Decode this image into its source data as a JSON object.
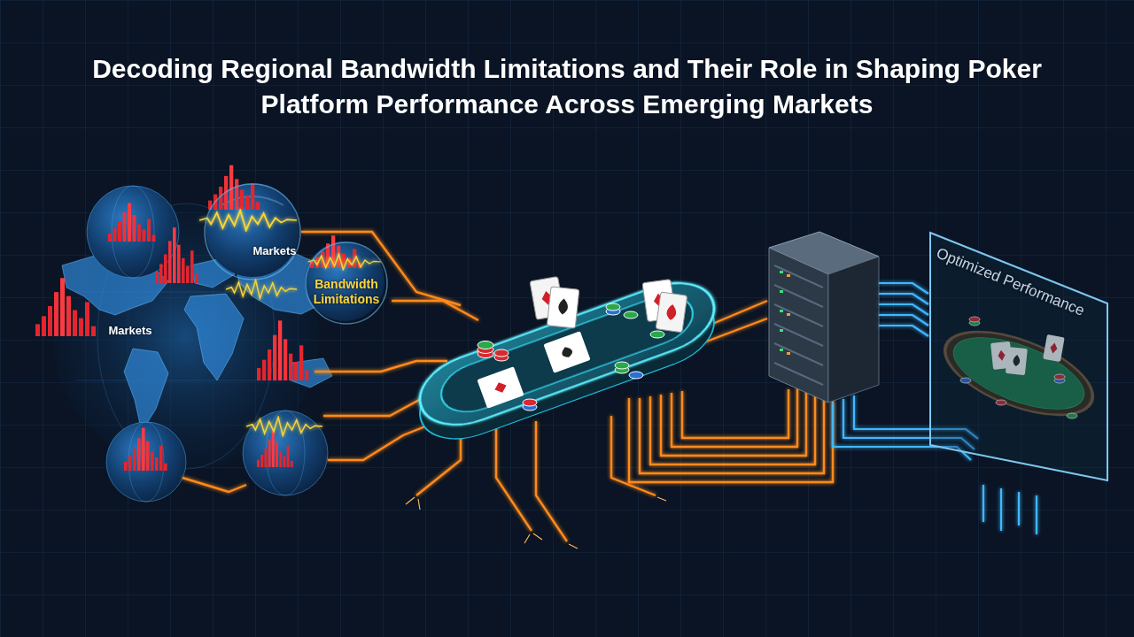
{
  "diagram": {
    "title": "Decoding Regional Bandwidth Limitations and Their Role in Shaping Poker Platform Performance Across Emerging Markets",
    "nodes": [
      {
        "text": [
          "Markets"
        ]
      },
      {
        "text": [
          "Bandwidth Limitations"
        ]
      },
      {
        "text": [
          "Optimized Performance"
        ]
      }
    ],
    "labels": [
      "Markets"
    ]
  }
}
